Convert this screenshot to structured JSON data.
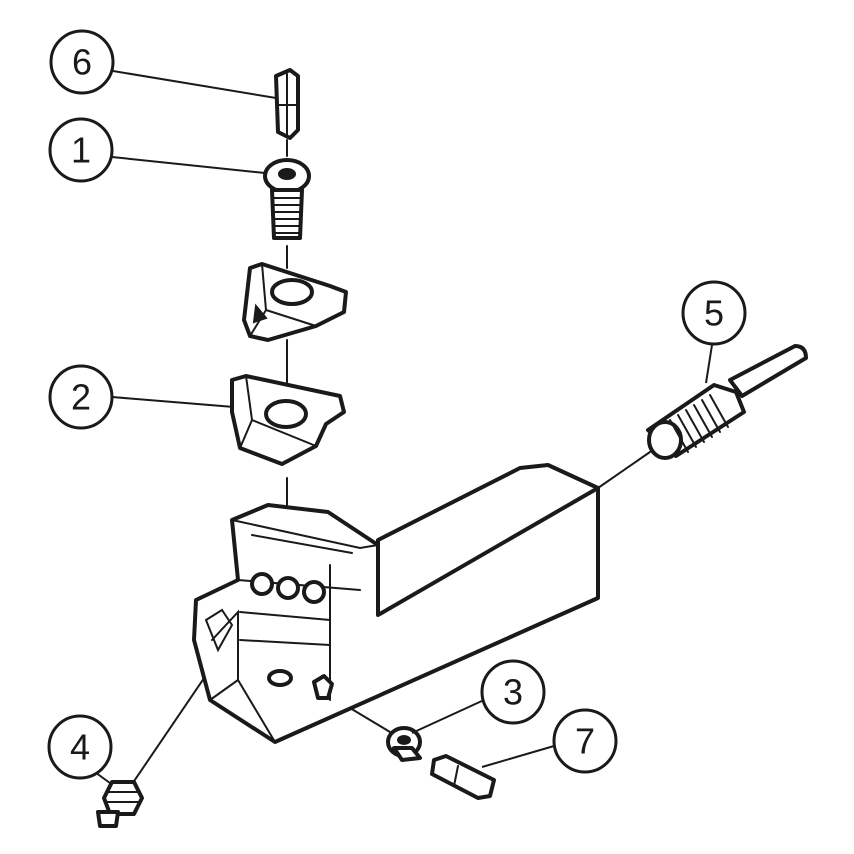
{
  "callouts": [
    {
      "id": "6",
      "label": "6"
    },
    {
      "id": "1",
      "label": "1"
    },
    {
      "id": "2",
      "label": "2"
    },
    {
      "id": "5",
      "label": "5"
    },
    {
      "id": "3",
      "label": "3"
    },
    {
      "id": "7",
      "label": "7"
    },
    {
      "id": "4",
      "label": "4"
    }
  ],
  "colors": {
    "line": "#1a1a1a",
    "background": "#ffffff"
  }
}
